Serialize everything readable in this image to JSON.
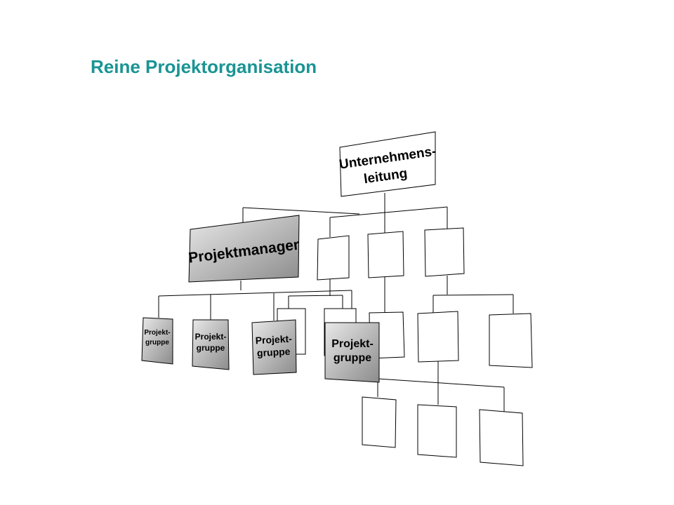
{
  "slide": {
    "title": "Reine Projektorganisation",
    "title_color": "#1a9494"
  },
  "diagram": {
    "ceo": {
      "line1": "Unternehmens-",
      "line2": "leitung"
    },
    "project_manager": {
      "label": "Projektmanager"
    },
    "project_group": {
      "line1": "Projekt-",
      "line2": "gruppe"
    }
  },
  "colors": {
    "line": "#000000",
    "box_fill": "#ffffff",
    "shade_light": "#e8e8e8",
    "shade_dark": "#8c8c8c"
  }
}
